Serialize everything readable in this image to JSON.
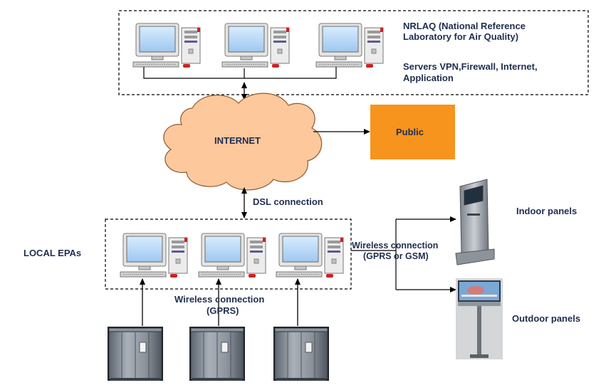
{
  "nrlaq": {
    "title_line1": "NRLAQ (National Reference",
    "title_line2": "Laboratory for Air Quality)",
    "servers_line1": "Servers VPN,Firewall, Internet,",
    "servers_line2": "Application"
  },
  "internet_label": "INTERNET",
  "public_label": "Public",
  "dsl_label": "DSL connection",
  "local_epas_label": "LOCAL EPAs",
  "wireless_gprs_gsm": {
    "line1": "Wireless connection",
    "line2": "(GPRS or GSM)"
  },
  "wireless_gprs": {
    "line1": "Wireless connection",
    "line2": "(GPRS)"
  },
  "indoor_panels_label": "Indoor panels",
  "outdoor_panels_label": "Outdoor panels",
  "colors": {
    "cloud_fill": "#fcc89c",
    "cloud_stroke": "#8a5a30",
    "public_fill": "#f7941d",
    "label_text": "#1f2d4f"
  },
  "icons": {
    "server_group": "desktop-computer-icon",
    "local_group": "desktop-computer-icon",
    "stations": "monitoring-station-icon",
    "indoor": "kiosk-icon",
    "outdoor": "billboard-icon"
  }
}
